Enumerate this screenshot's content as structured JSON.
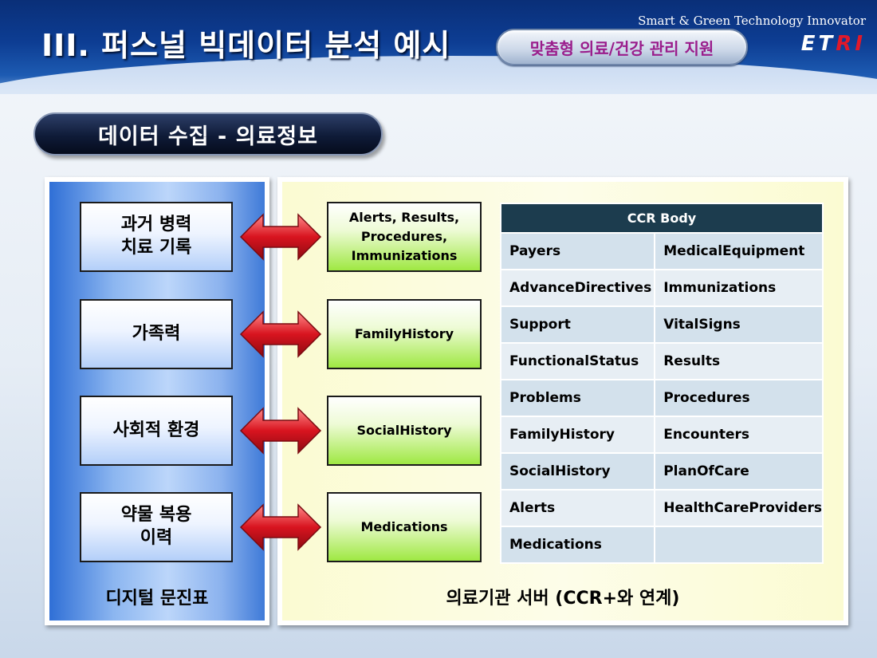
{
  "header": {
    "title": "III. 퍼스널 빅데이터 분석 예시",
    "subtitle": "맞춤형 의료/건강 관리 지원",
    "tagline": "Smart & Green Technology Innovator",
    "logo_text_white": "ET",
    "logo_text_red": "RI"
  },
  "section": {
    "title": "데이터 수집 - 의료정보"
  },
  "left_panel": {
    "caption": "디지털 문진표",
    "items": [
      "과거 병력\n치료 기록",
      "가족력",
      "사회적 환경",
      "약물 복용\n이력"
    ]
  },
  "right_panel": {
    "caption": "의료기관 서버 (CCR+와 연계)",
    "items": [
      "Alerts, Results,\nProcedures,\nImmunizations",
      "FamilyHistory",
      "SocialHistory",
      "Medications"
    ]
  },
  "ccr_table": {
    "header": "CCR Body",
    "rows": [
      [
        "Payers",
        "MedicalEquipment"
      ],
      [
        "AdvanceDirectives",
        "Immunizations"
      ],
      [
        "Support",
        "VitalSigns"
      ],
      [
        "FunctionalStatus",
        "Results"
      ],
      [
        "Problems",
        "Procedures"
      ],
      [
        "FamilyHistory",
        "Encounters"
      ],
      [
        "SocialHistory",
        "PlanOfCare"
      ],
      [
        "Alerts",
        "HealthCareProviders"
      ],
      [
        "Medications",
        ""
      ]
    ]
  },
  "colors": {
    "arrow_red": "#c8102e",
    "subtitle_text": "#9a1d8c",
    "table_header": "#1c3c4e"
  }
}
